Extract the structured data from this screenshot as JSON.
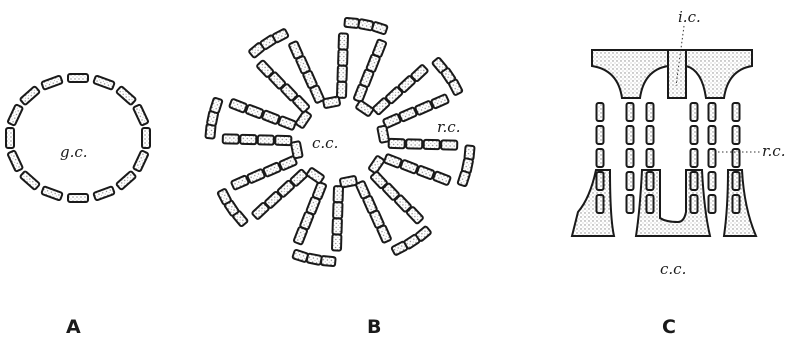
{
  "panels": [
    {
      "letter": "A",
      "labels": [
        "g.c."
      ]
    },
    {
      "letter": "B",
      "labels": [
        "c.c.",
        "r.c."
      ]
    },
    {
      "letter": "C",
      "labels": [
        "i.c.",
        "r.c.",
        "c.c."
      ]
    }
  ],
  "colors": {
    "ink": "#1a1a1a",
    "stipple": "#8a8a8a"
  }
}
